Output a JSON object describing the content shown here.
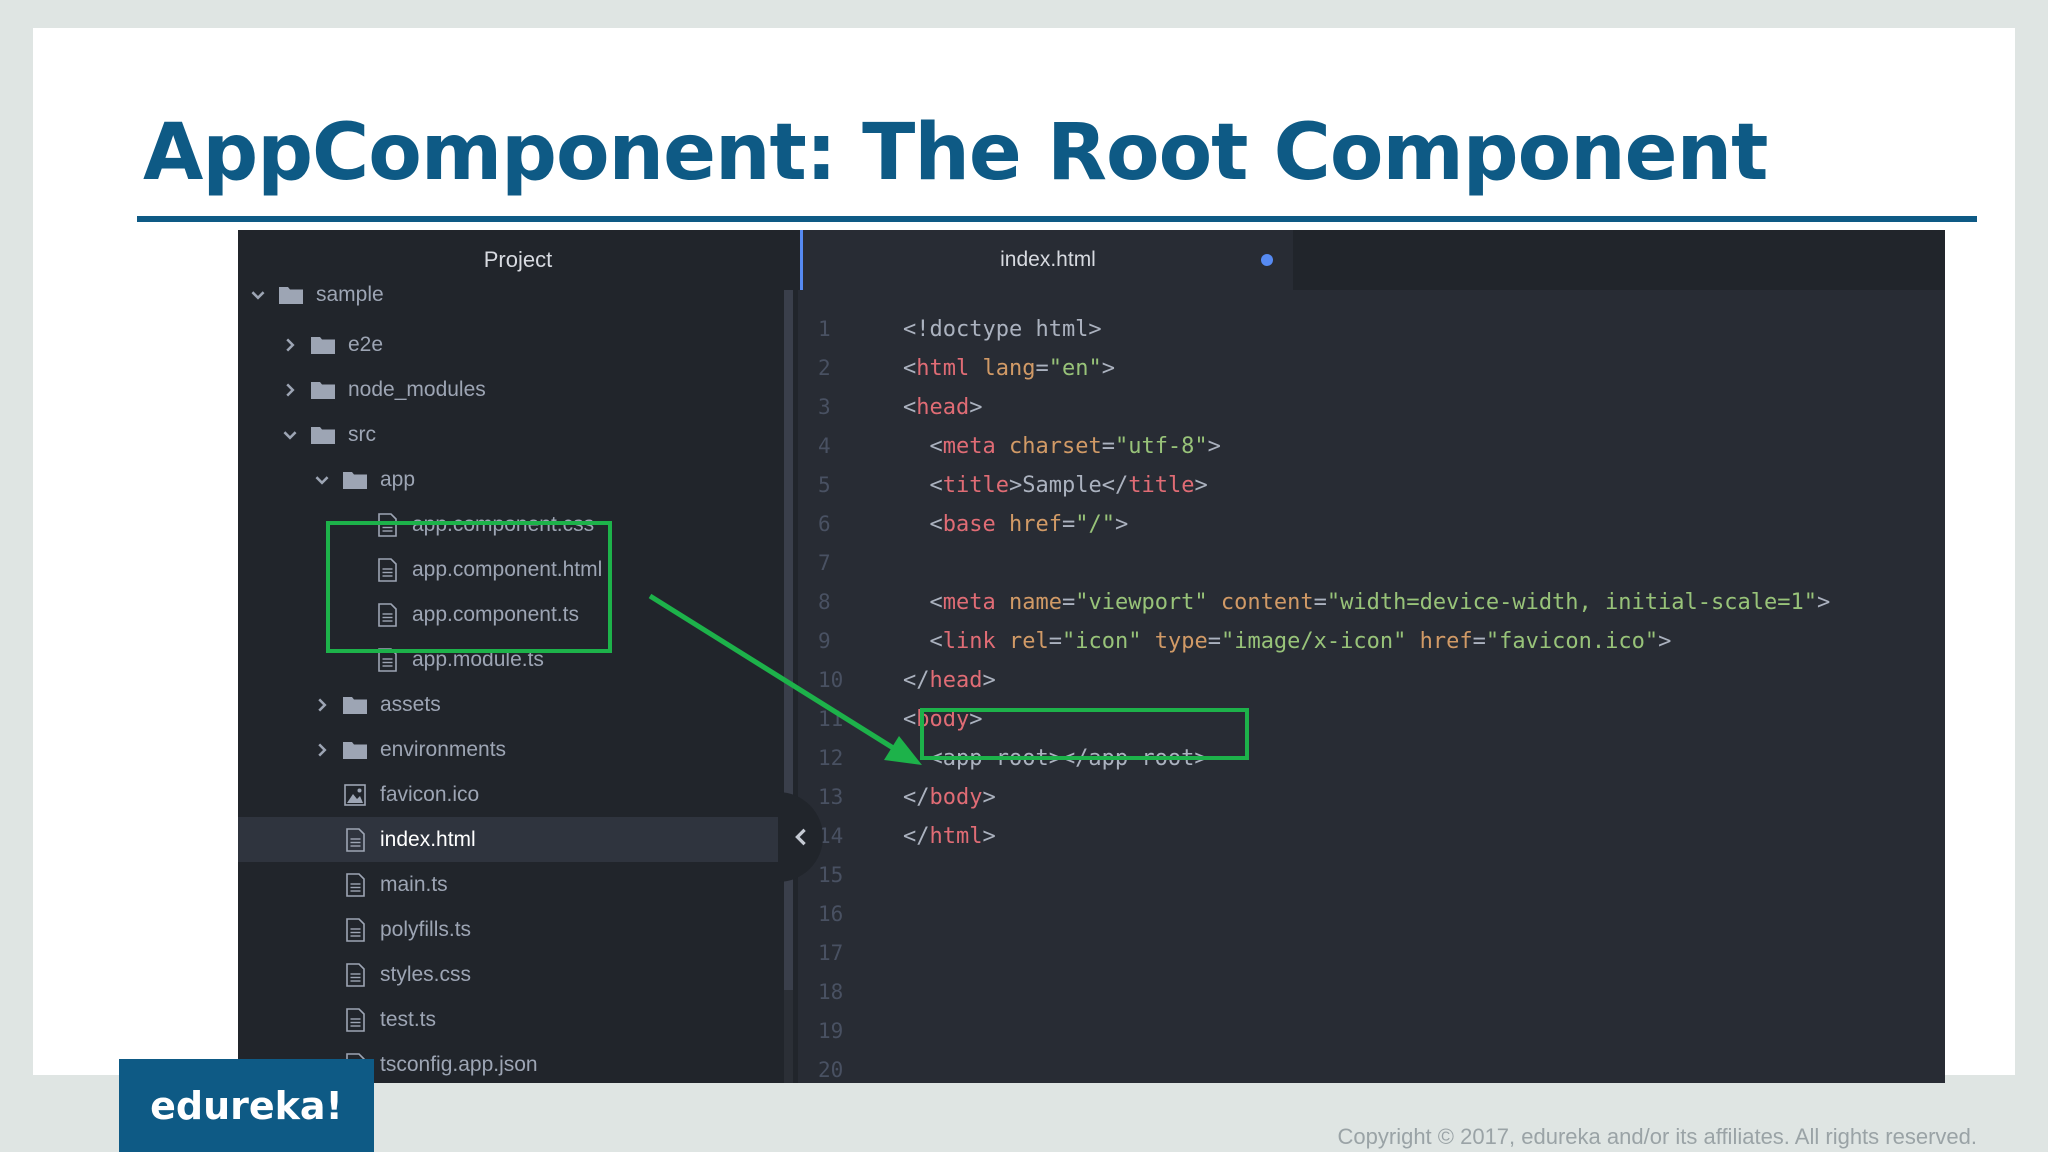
{
  "slide": {
    "title": "AppComponent: The Root Component",
    "footer": {
      "logo_text": "edureka!",
      "copyright": "Copyright © 2017, edureka and/or its affiliates. All rights reserved."
    }
  },
  "ide": {
    "tree_header": "Project",
    "tree": [
      {
        "label": "sample",
        "kind": "folder",
        "expand": "open",
        "level": 0
      },
      {
        "label": "e2e",
        "kind": "folder",
        "expand": "closed",
        "level": 1
      },
      {
        "label": "node_modules",
        "kind": "folder",
        "expand": "closed",
        "level": 1
      },
      {
        "label": "src",
        "kind": "folder",
        "expand": "open",
        "level": 1
      },
      {
        "label": "app",
        "kind": "folder",
        "expand": "open",
        "level": 2
      },
      {
        "label": "app.component.css",
        "kind": "file",
        "level": 3
      },
      {
        "label": "app.component.html",
        "kind": "file",
        "level": 3
      },
      {
        "label": "app.component.ts",
        "kind": "file",
        "level": 3
      },
      {
        "label": "app.module.ts",
        "kind": "file",
        "level": 3
      },
      {
        "label": "assets",
        "kind": "folder",
        "expand": "closed",
        "level": 2
      },
      {
        "label": "environments",
        "kind": "folder",
        "expand": "closed",
        "level": 2
      },
      {
        "label": "favicon.ico",
        "kind": "image",
        "level": 2
      },
      {
        "label": "index.html",
        "kind": "file",
        "level": 2,
        "selected": true
      },
      {
        "label": "main.ts",
        "kind": "file",
        "level": 2
      },
      {
        "label": "polyfills.ts",
        "kind": "file",
        "level": 2
      },
      {
        "label": "styles.css",
        "kind": "file",
        "level": 2
      },
      {
        "label": "test.ts",
        "kind": "file",
        "level": 2
      },
      {
        "label": "tsconfig.app.json",
        "kind": "file",
        "level": 2
      }
    ],
    "tab": {
      "label": "index.html",
      "modified": true
    },
    "line_numbers": [
      "1",
      "2",
      "3",
      "4",
      "5",
      "6",
      "7",
      "8",
      "9",
      "10",
      "11",
      "12",
      "13",
      "14",
      "15",
      "16",
      "17",
      "18",
      "19",
      "20"
    ],
    "code": [
      [
        {
          "t": "p",
          "v": "<!doctype html>"
        }
      ],
      [
        {
          "t": "p",
          "v": "<"
        },
        {
          "t": "tag",
          "v": "html"
        },
        {
          "t": "p",
          "v": " "
        },
        {
          "t": "attr",
          "v": "lang"
        },
        {
          "t": "p",
          "v": "="
        },
        {
          "t": "str",
          "v": "\"en\""
        },
        {
          "t": "p",
          "v": ">"
        }
      ],
      [
        {
          "t": "p",
          "v": "<"
        },
        {
          "t": "tag",
          "v": "head"
        },
        {
          "t": "p",
          "v": ">"
        }
      ],
      [
        {
          "t": "p",
          "v": "  <"
        },
        {
          "t": "tag",
          "v": "meta"
        },
        {
          "t": "p",
          "v": " "
        },
        {
          "t": "attr",
          "v": "charset"
        },
        {
          "t": "p",
          "v": "="
        },
        {
          "t": "str",
          "v": "\"utf-8\""
        },
        {
          "t": "p",
          "v": ">"
        }
      ],
      [
        {
          "t": "p",
          "v": "  <"
        },
        {
          "t": "tag",
          "v": "title"
        },
        {
          "t": "p",
          "v": ">"
        },
        {
          "t": "txt",
          "v": "Sample"
        },
        {
          "t": "p",
          "v": "</"
        },
        {
          "t": "tag",
          "v": "title"
        },
        {
          "t": "p",
          "v": ">"
        }
      ],
      [
        {
          "t": "p",
          "v": "  <"
        },
        {
          "t": "tag",
          "v": "base"
        },
        {
          "t": "p",
          "v": " "
        },
        {
          "t": "attr",
          "v": "href"
        },
        {
          "t": "p",
          "v": "="
        },
        {
          "t": "str",
          "v": "\"/\""
        },
        {
          "t": "p",
          "v": ">"
        }
      ],
      [],
      [
        {
          "t": "p",
          "v": "  <"
        },
        {
          "t": "tag",
          "v": "meta"
        },
        {
          "t": "p",
          "v": " "
        },
        {
          "t": "attr",
          "v": "name"
        },
        {
          "t": "p",
          "v": "="
        },
        {
          "t": "str",
          "v": "\"viewport\""
        },
        {
          "t": "p",
          "v": " "
        },
        {
          "t": "attr",
          "v": "content"
        },
        {
          "t": "p",
          "v": "="
        },
        {
          "t": "str",
          "v": "\"width=device-width, initial-scale=1\""
        },
        {
          "t": "p",
          "v": ">"
        }
      ],
      [
        {
          "t": "p",
          "v": "  <"
        },
        {
          "t": "tag",
          "v": "link"
        },
        {
          "t": "p",
          "v": " "
        },
        {
          "t": "attr",
          "v": "rel"
        },
        {
          "t": "p",
          "v": "="
        },
        {
          "t": "str",
          "v": "\"icon\""
        },
        {
          "t": "p",
          "v": " "
        },
        {
          "t": "attr",
          "v": "type"
        },
        {
          "t": "p",
          "v": "="
        },
        {
          "t": "str",
          "v": "\"image/x-icon\""
        },
        {
          "t": "p",
          "v": " "
        },
        {
          "t": "attr",
          "v": "href"
        },
        {
          "t": "p",
          "v": "="
        },
        {
          "t": "str",
          "v": "\"favicon.ico\""
        },
        {
          "t": "p",
          "v": ">"
        }
      ],
      [
        {
          "t": "p",
          "v": "</"
        },
        {
          "t": "tag",
          "v": "head"
        },
        {
          "t": "p",
          "v": ">"
        }
      ],
      [
        {
          "t": "p",
          "v": "<"
        },
        {
          "t": "tag",
          "v": "body"
        },
        {
          "t": "p",
          "v": ">"
        }
      ],
      [
        {
          "t": "p",
          "v": "  <app-root></app-root>"
        }
      ],
      [
        {
          "t": "p",
          "v": "</"
        },
        {
          "t": "tag",
          "v": "body"
        },
        {
          "t": "p",
          "v": ">"
        }
      ],
      [
        {
          "t": "p",
          "v": "</"
        },
        {
          "t": "tag",
          "v": "html"
        },
        {
          "t": "p",
          "v": ">"
        }
      ]
    ],
    "colors": {
      "highlight": "#1db24a",
      "title": "#0e5a85",
      "tag": "#e06c75",
      "attr": "#d19a66",
      "string": "#98c379"
    }
  }
}
